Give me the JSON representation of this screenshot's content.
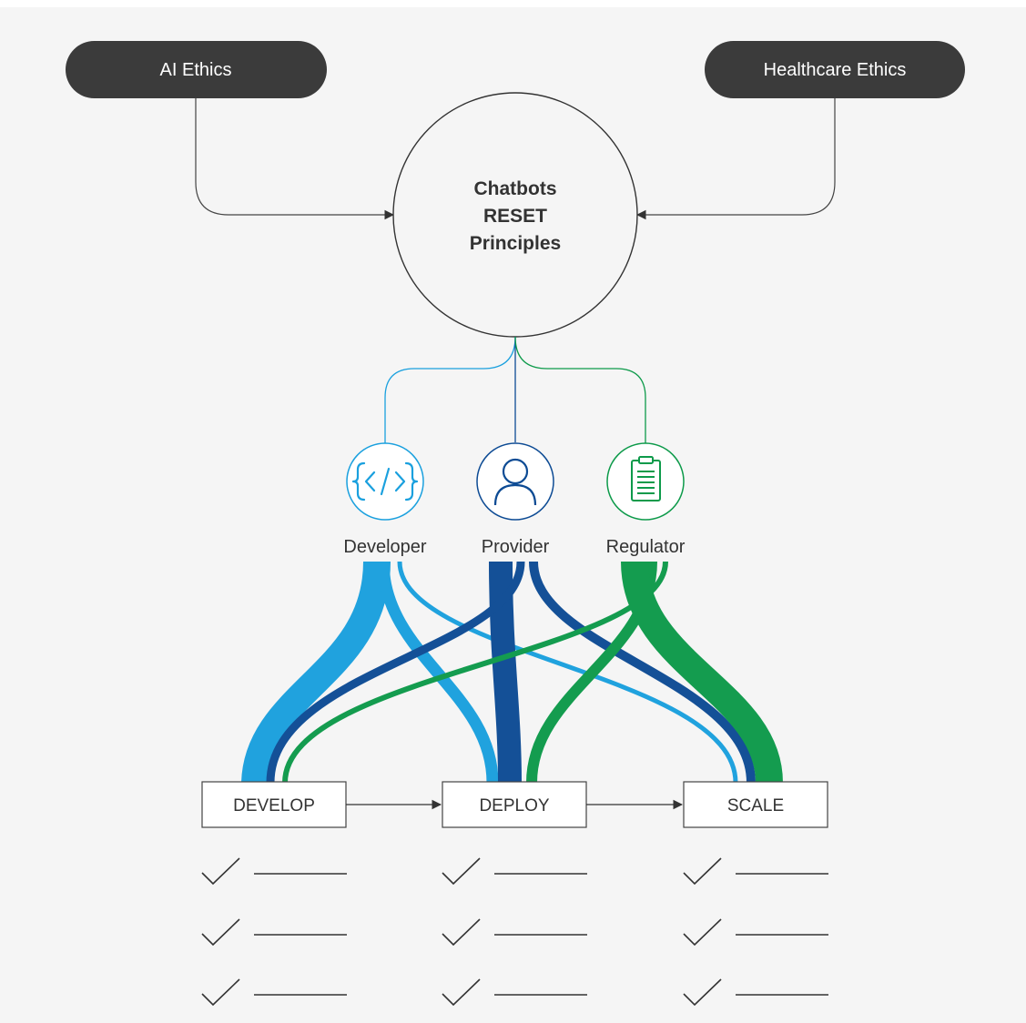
{
  "colors": {
    "background": "#f5f5f5",
    "pill": "#3b3b3b",
    "light_blue": "#1aa0de",
    "dark_blue": "#0d4b94",
    "green": "#0d9a4a",
    "line_gray": "#555555"
  },
  "inputs": {
    "ai_ethics": "AI Ethics",
    "healthcare_ethics": "Healthcare Ethics"
  },
  "center": {
    "line1": "Chatbots",
    "line2": "RESET",
    "line3": "Principles"
  },
  "roles": {
    "developer": {
      "label": "Developer",
      "icon": "code-brackets-icon"
    },
    "provider": {
      "label": "Provider",
      "icon": "person-icon"
    },
    "regulator": {
      "label": "Regulator",
      "icon": "clipboard-icon"
    }
  },
  "stages": {
    "develop": "DEVELOP",
    "deploy": "DEPLOY",
    "scale": "SCALE"
  },
  "checklist": {
    "rows_per_stage": 3,
    "icon": "checkmark-icon"
  }
}
